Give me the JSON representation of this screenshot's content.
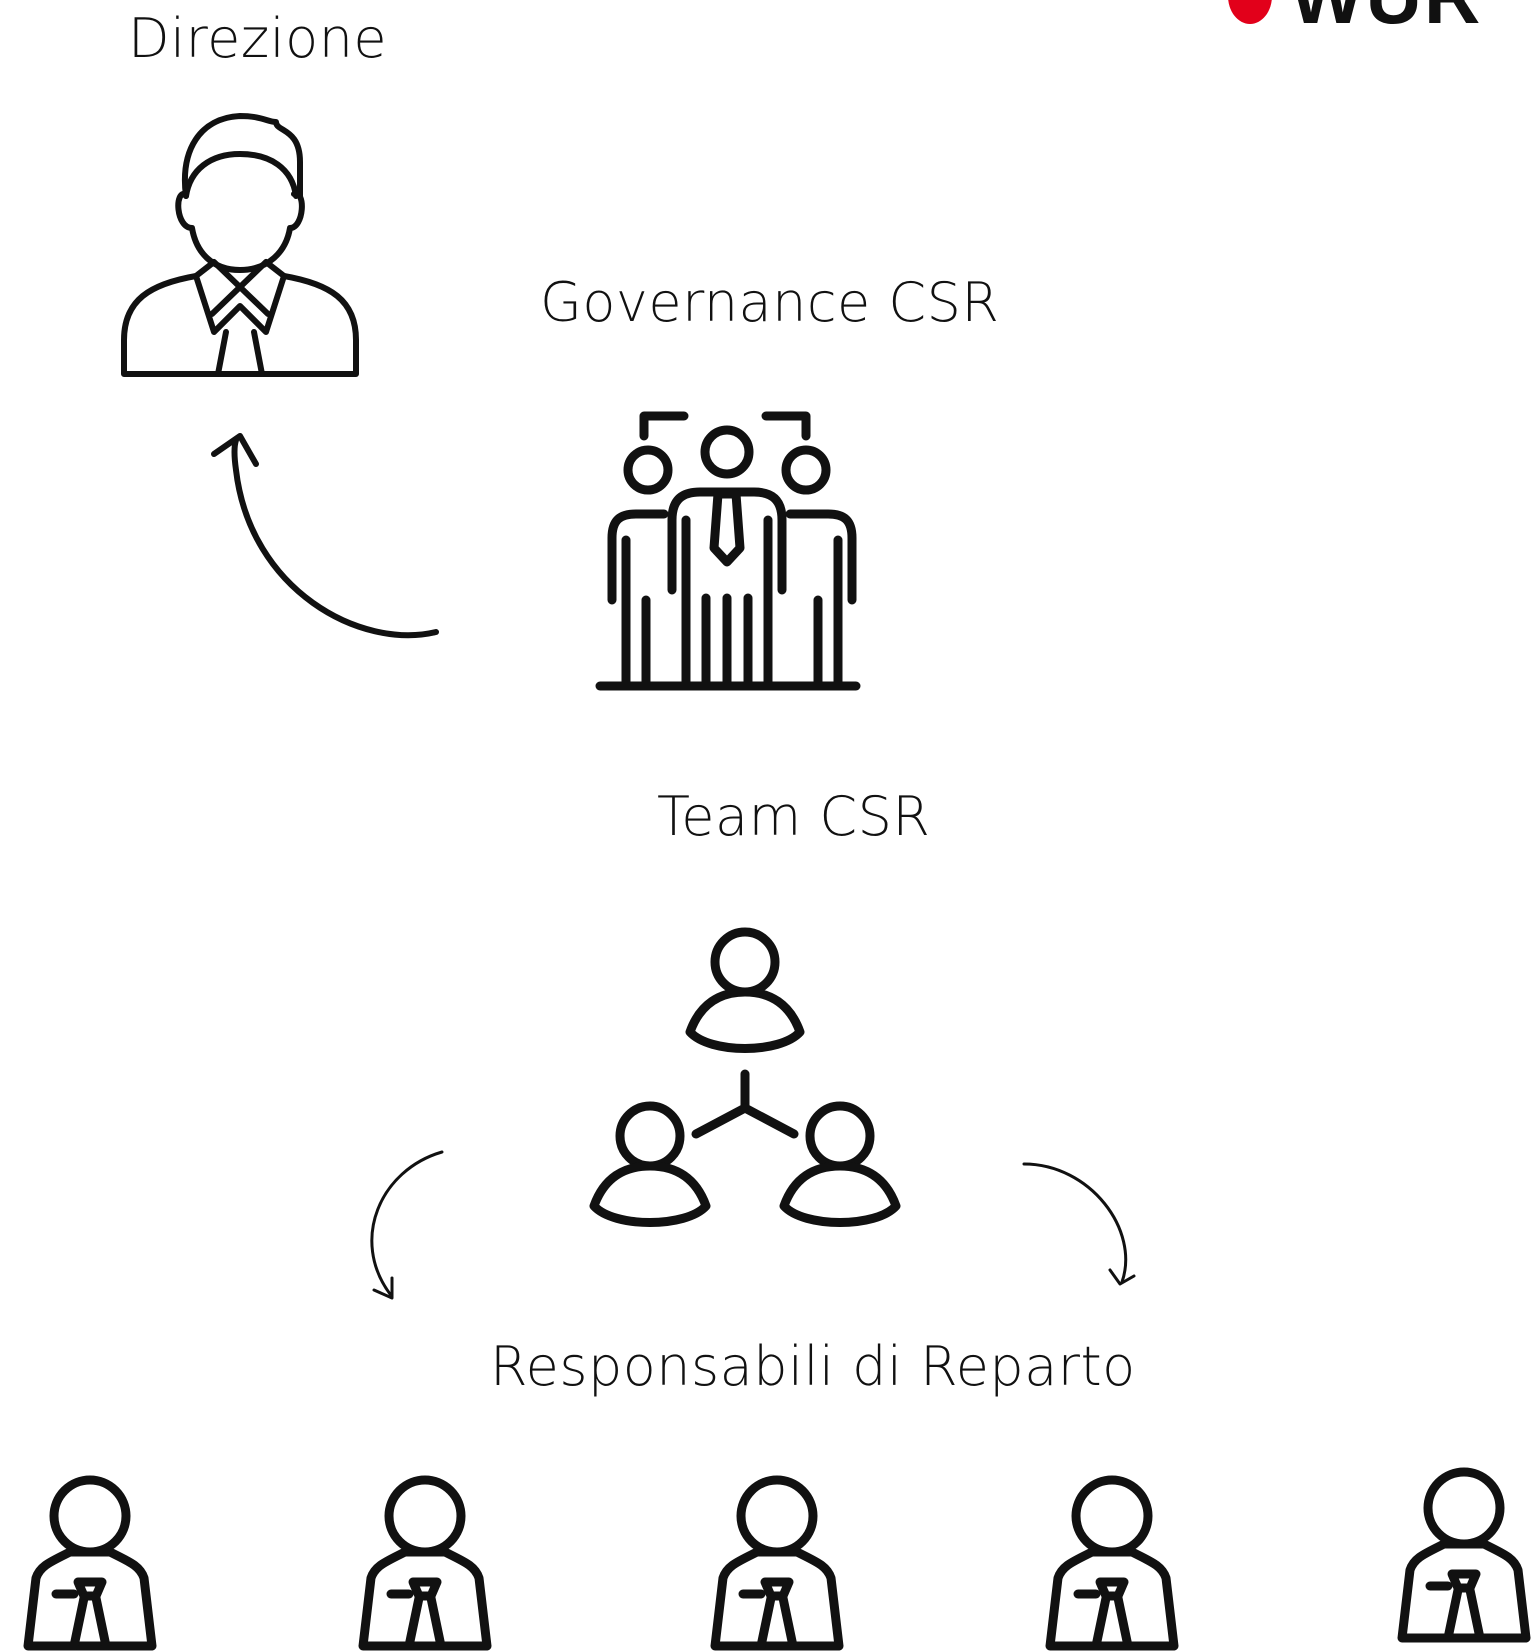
{
  "nodes": {
    "direzione": {
      "label": "Direzione",
      "icon": "executive-person-icon"
    },
    "governance": {
      "label": "Governance CSR",
      "icon": "team-group-icon"
    },
    "team": {
      "label": "Team CSR",
      "icon": "network-people-icon"
    },
    "reparto": {
      "label": "Responsabili di Reparto",
      "icon": "employee-tie-icon",
      "count": 5
    }
  },
  "logo": {
    "mark_color": "#e2001a",
    "text": "WÜR"
  },
  "colors": {
    "stroke": "#111111",
    "background": "#ffffff"
  }
}
